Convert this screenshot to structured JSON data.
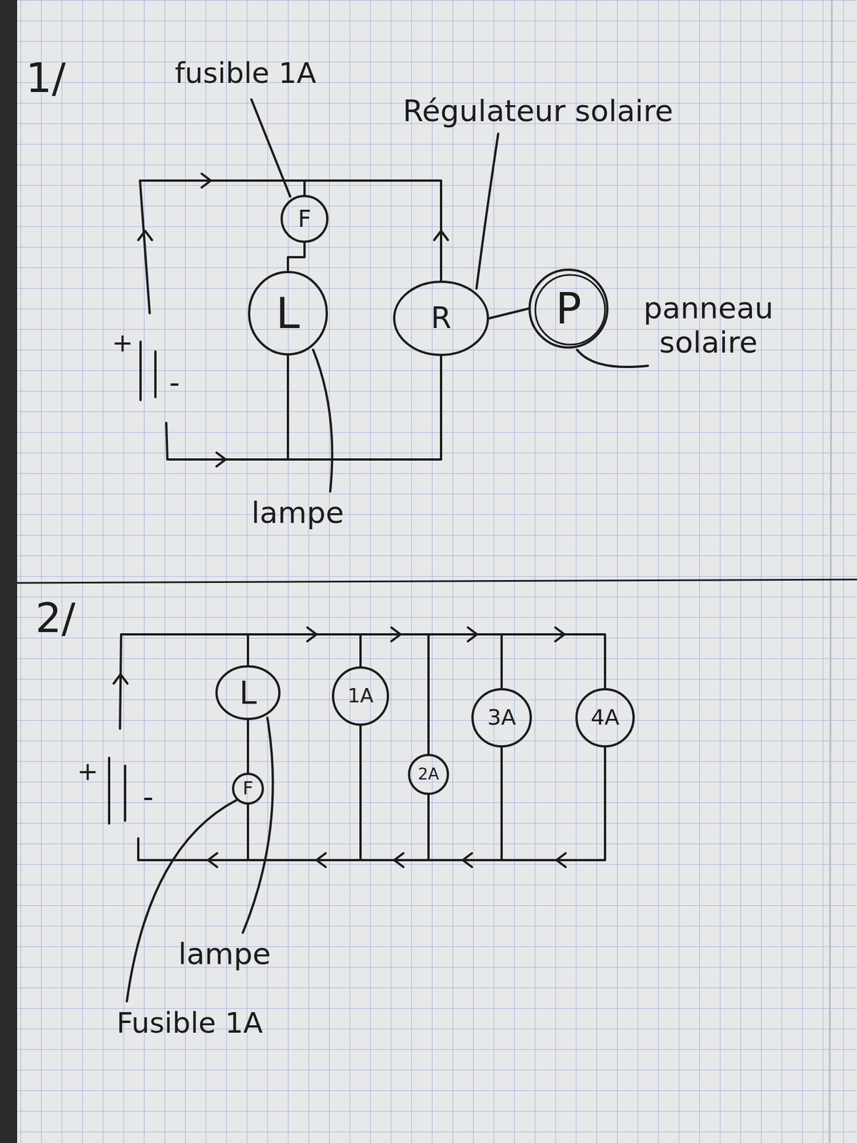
{
  "diagram": {
    "nodes": [
      {
        "text": [
          "F"
        ]
      },
      {
        "text": [
          "L"
        ]
      },
      {
        "text": [
          "R"
        ]
      },
      {
        "text": [
          "P"
        ]
      },
      {
        "text": [
          "L"
        ]
      },
      {
        "text": [
          "F"
        ]
      },
      {
        "text": [
          "1A"
        ]
      },
      {
        "text": [
          "2A"
        ]
      },
      {
        "text": [
          "3A"
        ]
      },
      {
        "text": [
          "4A"
        ]
      }
    ],
    "edges": [
      {
        "from": 0,
        "to": 1,
        "arrow": "none"
      },
      {
        "from": 0,
        "to": 2,
        "arrow": "none"
      },
      {
        "from": 2,
        "to": 3,
        "arrow": "none"
      },
      {
        "from": 1,
        "to": 2,
        "arrow": "none"
      },
      {
        "from": 4,
        "to": 5,
        "arrow": "none"
      },
      {
        "from": 4,
        "to": 6,
        "arrow": "none"
      },
      {
        "from": 6,
        "to": 7,
        "arrow": "none"
      },
      {
        "from": 7,
        "to": 8,
        "arrow": "none"
      },
      {
        "from": 8,
        "to": 9,
        "arrow": "none"
      },
      {
        "from": 9,
        "to": 8,
        "arrow": "none"
      },
      {
        "from": 8,
        "to": 7,
        "arrow": "none"
      },
      {
        "from": 7,
        "to": 6,
        "arrow": "none"
      },
      {
        "from": 6,
        "to": 5,
        "arrow": "none"
      }
    ],
    "labels": [
      "1/",
      "fusible 1A",
      "Régulateur solaire",
      "+",
      "-",
      "panneau solaire",
      "lampe",
      "2/",
      "+",
      "-",
      "lampe",
      "Fusible 1A"
    ]
  }
}
